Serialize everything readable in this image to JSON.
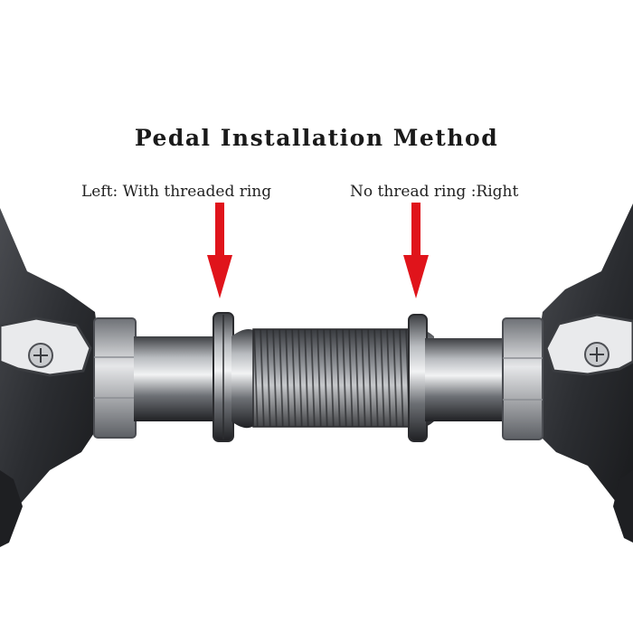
{
  "title": "Pedal Installation Method",
  "left_label": "Left: With threaded ring",
  "right_label": "No thread ring :Right",
  "colors": {
    "background": "#ffffff",
    "arrow": "#e0141b",
    "pedal_body": "#2b2d31",
    "metal": "#8a8d92"
  },
  "icons": [
    "arrow-down-icon",
    "pedal-left-illustration",
    "pedal-right-illustration",
    "spindle-illustration"
  ]
}
